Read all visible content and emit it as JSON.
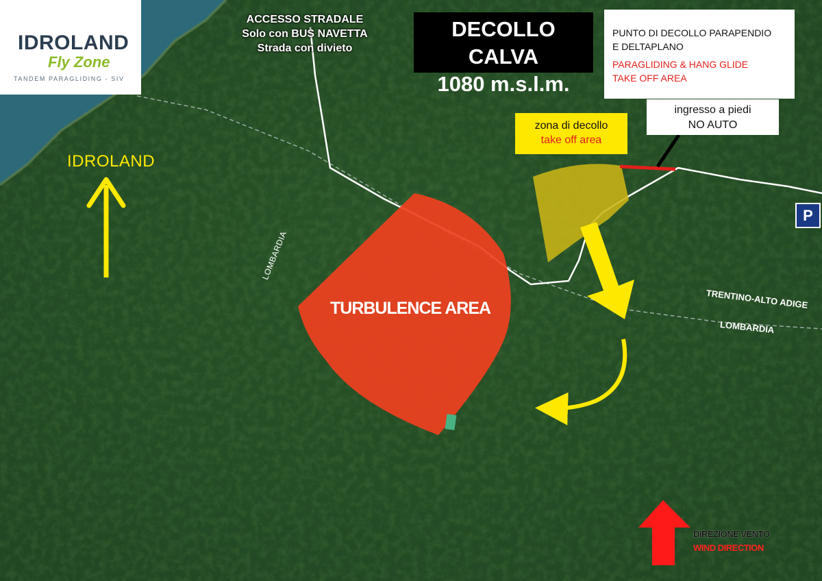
{
  "logo": {
    "brand": "IDROLAND",
    "sub": "Fly Zone",
    "tagline": "TANDEM PARAGLIDING - SIV"
  },
  "access_road": {
    "line1": "ACCESSO STRADALE",
    "line2": "Solo con BUS NAVETTA",
    "line3": "Strada con divieto"
  },
  "takeoff_title": {
    "line1": "DECOLLO CALVA",
    "line2": "1080 m.s.l.m."
  },
  "info_box": {
    "it_line1": "PUNTO DI DECOLLO PARAPENDIO",
    "it_line2": "E DELTAPLANO",
    "en_line1": "PARAGLIDING & HANG GLIDE",
    "en_line2": "TAKE OFF AREA"
  },
  "walk_entry": {
    "line1": "ingresso a piedi",
    "line2": "NO  AUTO"
  },
  "takeoff_zone": {
    "it": "zona di decollo",
    "en": "take off area"
  },
  "direction_label": "IDROLAND",
  "turbulence_label": "TURBULENCE AREA",
  "regions": {
    "left": "LOMBARDIA",
    "right_upper": "TRENTINO-ALTO ADIGE",
    "right_lower": "LOMBARDIA"
  },
  "parking": "P",
  "wind": {
    "it": "DIREZIONE VENTO",
    "en": "WIND DIRECTION"
  },
  "colors": {
    "forest": "#234a21",
    "lake": "#2c6a7a",
    "turbulence": "#f0401f",
    "takeoff_zone": "#c9b416",
    "arrow_yellow": "#ffe800",
    "arrow_red": "#ff1a1a",
    "entry_line": "#e0201b",
    "road": "#ffffff"
  }
}
